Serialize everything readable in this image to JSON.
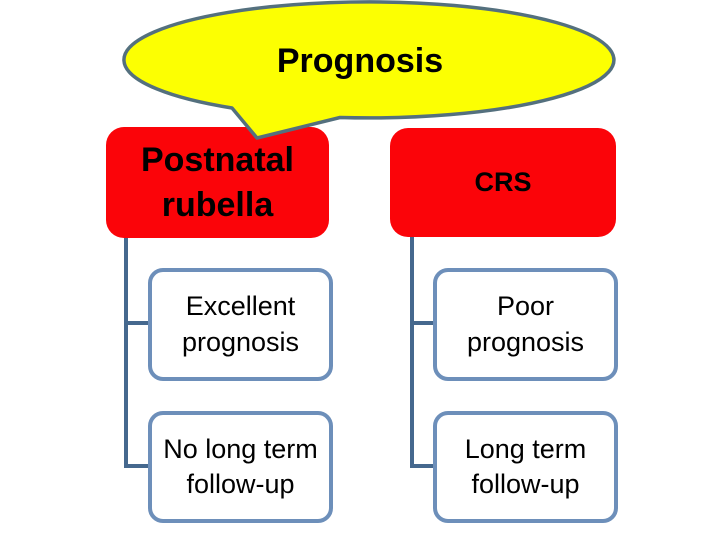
{
  "slide": {
    "callout": {
      "label": "Prognosis"
    },
    "columns": [
      {
        "header": "Postnatal rubella",
        "children": [
          "Excellent prognosis",
          "No long term follow-up"
        ]
      },
      {
        "header": "CRS",
        "children": [
          "Poor prognosis",
          "Long term follow-up"
        ]
      }
    ]
  },
  "colors": {
    "yellow": "#fcff02",
    "calloutBorder": "#54707e",
    "red": "#fb0409",
    "childBorder": "#6d8fba",
    "connector": "#45688e",
    "text": "#000000",
    "background": "#ffffff"
  }
}
